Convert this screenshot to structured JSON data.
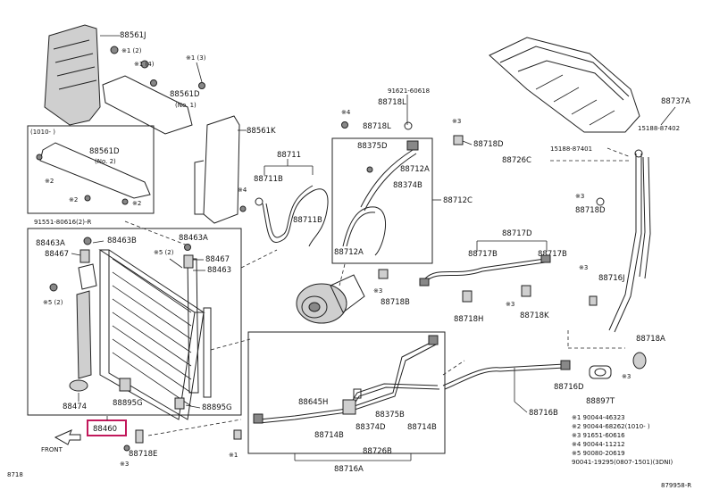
{
  "labels": {
    "p88561J": "88561J",
    "p88561D": "88561D",
    "p88561D_note": "(No. 1)",
    "p88561K": "88561K",
    "p88561D_2": "88561D",
    "p88561D_2_note": "(No. 2)",
    "year_range": "(1010-          )",
    "bolt_ref": "91551-80616(2)-R",
    "s1_2": "※1 (2)",
    "s1_4": "※1 (4)",
    "s1_3": "※1 (3)",
    "s2a": "※2",
    "s2b": "※2",
    "s2c": "※2",
    "p88463A_a": "88463A",
    "p88463B": "88463B",
    "p88467_a": "88467",
    "s5_2a": "※5 (2)",
    "s5_2b": "※5 (2)",
    "p88463A_b": "88463A",
    "p88467_b": "88467",
    "p88463": "88463",
    "p88474": "88474",
    "p88895G": "88895G",
    "p88895G_b": "88895G",
    "p88460": "88460",
    "p88718E": "88718E",
    "s3_front": "※3",
    "front": "FRONT",
    "p88711": "88711",
    "p88711B_a": "88711B",
    "p88711B_b": "88711B",
    "s4_711": "※4",
    "p88718L": "88718L",
    "p88718L_b": "88718L",
    "p91621": "91621-60618",
    "s4_375": "※4",
    "p88375D": "88375D",
    "p88712A_a": "88712A",
    "p88374B": "88374B",
    "p88712C": "88712C",
    "p88712A_b": "88712A",
    "p88718B": "88718B",
    "s3_718d": "※3",
    "p88718D": "88718D",
    "s3_718b": "※3",
    "p88717D": "88717D",
    "p88717B_a": "88717B",
    "p88717B_b": "88717B",
    "p88718H": "88718H",
    "s3_718k": "※3",
    "p88718K": "88718K",
    "s3_716j": "※3",
    "p88716J": "88716J",
    "p88737A": "88737A",
    "p15188_87402": "15188-87402",
    "p88726C": "88726C",
    "p15188_87401": "15188-87401",
    "s3_718d2": "※3",
    "p88718D_2": "88718D",
    "p88718A": "88718A",
    "s3_718a": "※3",
    "p88716D": "88716D",
    "p88897T": "88897T",
    "p88716B": "88716B",
    "p88645H": "88645H",
    "p88375B": "88375B",
    "p88374D": "88374D",
    "p88714B_a": "88714B",
    "p88714B_b": "88714B",
    "p88726B": "88726B",
    "p88716A": "88716A",
    "s1_bottom": "※1"
  },
  "legend": [
    "※1  90044-46323",
    "※2  90044-68262(1010-         )",
    "※3  91651-60616",
    "※4  90044-11212",
    "※5  90080-20619",
    "     90041-19295(0807-1501)(3DNI)"
  ],
  "footer": {
    "left": "8718",
    "right": "879958-R"
  }
}
